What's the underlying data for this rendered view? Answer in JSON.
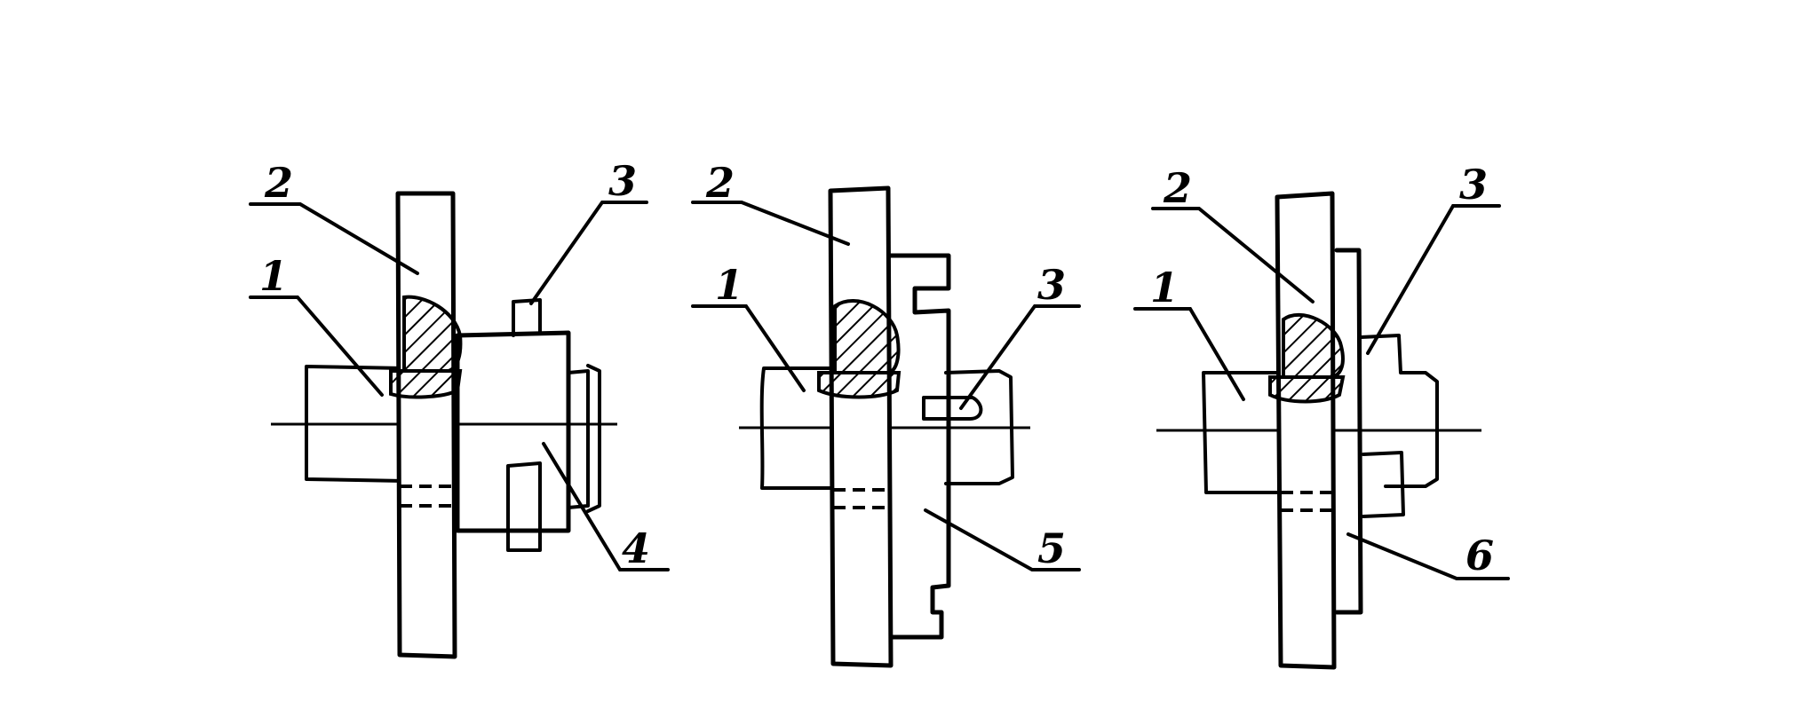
{
  "colors": {
    "ink": "#000000",
    "paper": "#ffffff"
  },
  "figures": [
    {
      "labels": [
        "2",
        "1",
        "3",
        "4"
      ]
    },
    {
      "labels": [
        "2",
        "1",
        "3",
        "5"
      ]
    },
    {
      "labels": [
        "2",
        "1",
        "3",
        "6"
      ]
    }
  ]
}
